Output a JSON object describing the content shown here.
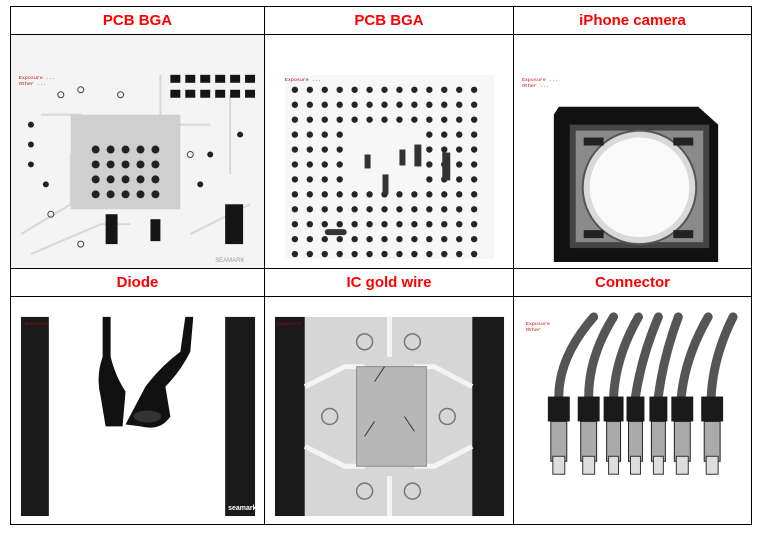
{
  "panels": [
    {
      "title": "PCB BGA",
      "image_caption": "SEAMARK"
    },
    {
      "title": "PCB BGA"
    },
    {
      "title": "iPhone camera"
    },
    {
      "title": "Diode",
      "image_caption": "seamark"
    },
    {
      "title": "IC gold wire"
    },
    {
      "title": "Connector"
    }
  ],
  "colors": {
    "title": "#ff0000",
    "border": "#000000"
  }
}
